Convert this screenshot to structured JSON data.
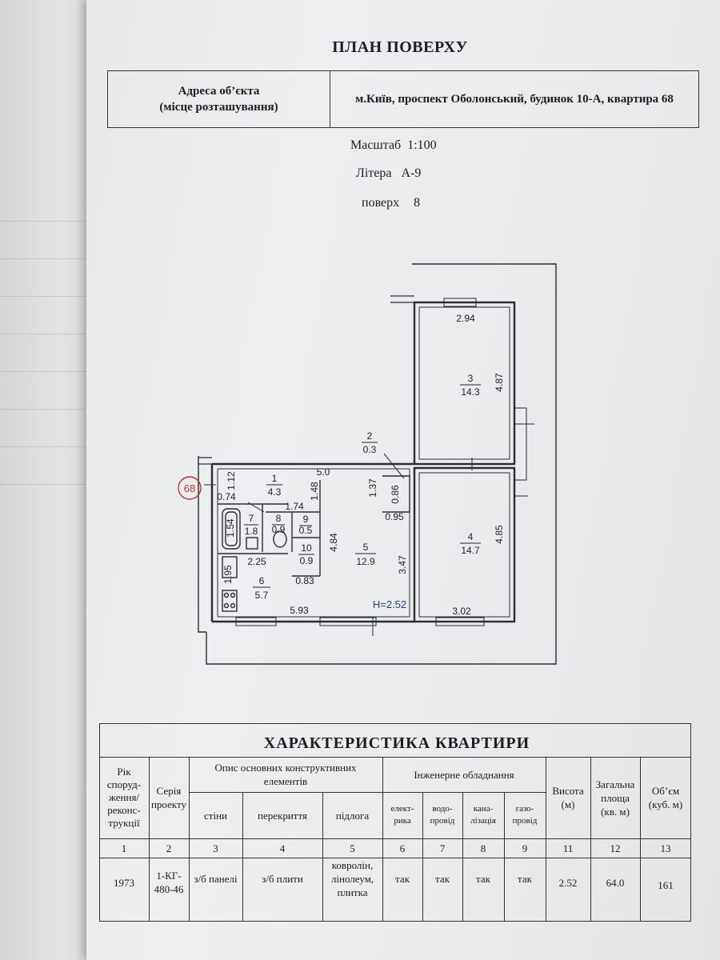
{
  "document": {
    "title": "ПЛАН ПОВЕРХУ",
    "address": {
      "label_line1": "Адреса об’єкта",
      "label_line2": "(місце розташування)",
      "value": "м.Київ, проспект Оболонський, будинок 10-А, квартира 68"
    },
    "scale": {
      "label": "Масштаб",
      "value": "1:100"
    },
    "letter": {
      "label": "Літера",
      "value": "А-9"
    },
    "floor": {
      "label": "поверх",
      "value": "8"
    }
  },
  "plan": {
    "apartment_number": "68",
    "ceiling_height": "H=2.52",
    "rooms": [
      {
        "number": "1",
        "area": "4.3"
      },
      {
        "number": "2",
        "area": "0.3"
      },
      {
        "number": "3",
        "area": "14.3"
      },
      {
        "number": "4",
        "area": "14.7"
      },
      {
        "number": "5",
        "area": "12.9"
      },
      {
        "number": "6",
        "area": "5.7"
      },
      {
        "number": "7",
        "area": "1.8"
      },
      {
        "number": "8",
        "area": "0.9"
      },
      {
        "number": "9",
        "area": "0.5"
      },
      {
        "number": "10",
        "area": "0.9"
      }
    ],
    "dimensions": {
      "d_2_94": "2.94",
      "d_4_87": "4.87",
      "d_5_0": "5.0",
      "d_1_12": "1.12",
      "d_0_74": "0.74",
      "d_1_48": "1.48",
      "d_1_37": "1.37",
      "d_0_86": "0.86",
      "d_0_95": "0.95",
      "d_1_74": "1.74",
      "d_1_54": "1.54",
      "d_2_25": "2.25",
      "d_4_84": "4.84",
      "d_4_85": "4.85",
      "d_1_95": "1.95",
      "d_0_83": "0.83",
      "d_3_47": "3.47",
      "d_5_93": "5.93",
      "d_3_02": "3.02"
    }
  },
  "characteristics": {
    "title": "ХАРАКТЕРИСТИКА КВАРТИРИ",
    "headers": {
      "year": [
        "Рік",
        "споруд-",
        "ження/",
        "реконс-",
        "трукції"
      ],
      "series": [
        "Серія",
        "проекту"
      ],
      "structure": [
        "Опис основних конструктивних",
        "елементів"
      ],
      "walls": "стіни",
      "ceilings": "перекриття",
      "floor": "підлога",
      "engineering": "Інженерне обладнання",
      "electric": [
        "елект-",
        "рика"
      ],
      "water": [
        "водо-",
        "провід"
      ],
      "sewer": [
        "кана-",
        "лізація"
      ],
      "gas": [
        "газо-",
        "провід"
      ],
      "height": [
        "Висота",
        "(м)"
      ],
      "total_area": [
        "Загальна",
        "площа",
        "(кв. м)"
      ],
      "volume": [
        "Об’єм",
        "(куб. м)"
      ]
    },
    "column_numbers": [
      "1",
      "2",
      "3",
      "4",
      "5",
      "6",
      "7",
      "8",
      "9",
      "11",
      "12",
      "13"
    ],
    "row": {
      "year": "1973",
      "series": [
        "1-КГ-",
        "480-46"
      ],
      "walls": "з/б панелі",
      "ceilings": "з/б плити",
      "floor": [
        "ковролін,",
        "лінолеум,",
        "плитка"
      ],
      "electric": "так",
      "water": "так",
      "sewer": "так",
      "gas": "так",
      "height": "2.52",
      "total_area": "64.0",
      "volume": "161"
    }
  }
}
